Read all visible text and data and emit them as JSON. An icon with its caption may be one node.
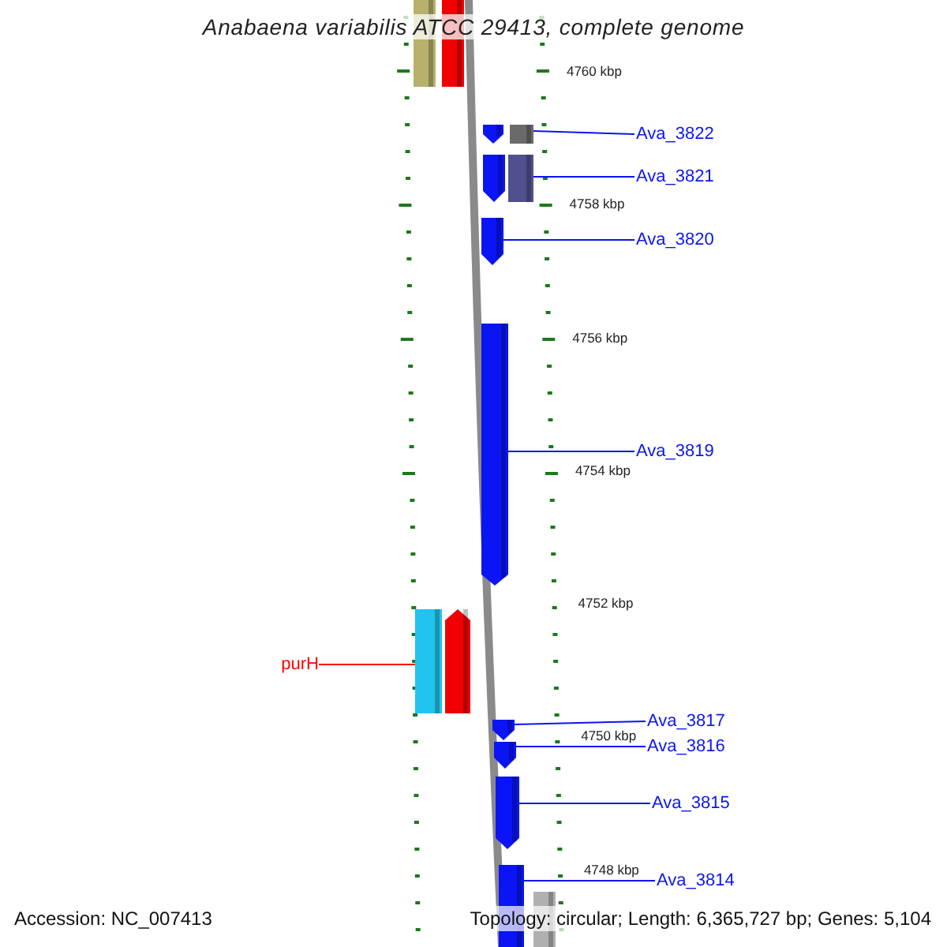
{
  "diagram": {
    "title": "Anabaena variabilis ATCC 29413, complete genome",
    "nodes": [
      {
        "text": [],
        "shape": "bar"
      },
      {
        "text": [],
        "shape": "bar"
      },
      {
        "text": [],
        "shape": "bar"
      },
      {
        "text": [],
        "shape": "bar"
      },
      {
        "text": [
          "Ava_3822"
        ]
      },
      {
        "text": [],
        "shape": "bar"
      },
      {
        "text": [],
        "shape": "bar"
      },
      {
        "text": [
          "Ava_3821"
        ]
      },
      {
        "text": [],
        "shape": "bar"
      },
      {
        "text": [
          "Ava_3820"
        ]
      },
      {
        "text": [],
        "shape": "bar"
      },
      {
        "text": [
          "Ava_3819"
        ]
      },
      {
        "text": [
          "purH"
        ]
      },
      {
        "text": [],
        "shape": "bar"
      },
      {
        "text": [],
        "shape": "bar"
      },
      {
        "text": [],
        "shape": "bar"
      },
      {
        "text": [
          "Ava_3817"
        ]
      },
      {
        "text": [],
        "shape": "bar"
      },
      {
        "text": [
          "Ava_3816"
        ]
      },
      {
        "text": [],
        "shape": "bar"
      },
      {
        "text": [
          "Ava_3815"
        ]
      },
      {
        "text": [],
        "shape": "bar"
      },
      {
        "text": [
          "Ava_3814"
        ]
      },
      {
        "text": [],
        "shape": "bar"
      }
    ],
    "edges": [
      {
        "from": 4,
        "to": 3,
        "arrow": "none"
      },
      {
        "from": 7,
        "to": 6,
        "arrow": "none"
      },
      {
        "from": 9,
        "to": 8,
        "arrow": "none"
      },
      {
        "from": 11,
        "to": 10,
        "arrow": "none"
      },
      {
        "from": 12,
        "to": 13,
        "arrow": "none",
        "color": "#ff0000"
      },
      {
        "from": 16,
        "to": 15,
        "arrow": "none"
      },
      {
        "from": 18,
        "to": 17,
        "arrow": "none"
      },
      {
        "from": 20,
        "to": 19,
        "arrow": "none"
      },
      {
        "from": 22,
        "to": 21,
        "arrow": "none"
      }
    ],
    "labels": [
      "4760 kbp",
      "4758 kbp",
      "4756 kbp",
      "4754 kbp",
      "4752 kbp",
      "4750 kbp",
      "4748 kbp",
      "Accession: NC_007413",
      "Topology: circular; Length: 6,365,727 bp; Genes: 5,104"
    ]
  }
}
